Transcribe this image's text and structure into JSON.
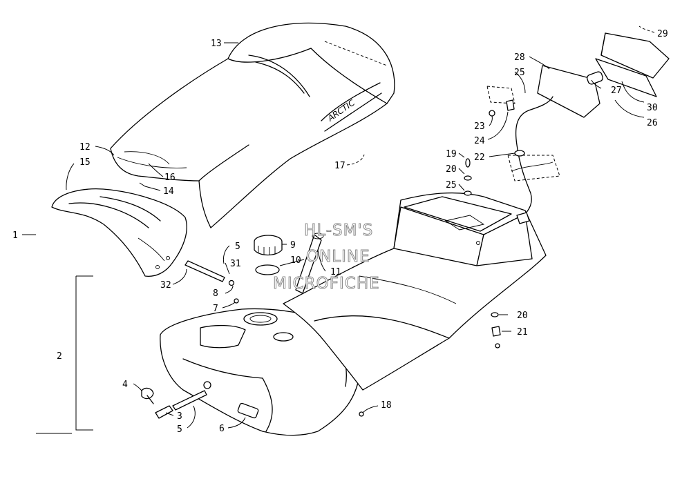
{
  "watermark": {
    "line1": "HL-SM'S",
    "line2": "ONLINE",
    "line3": "MICROFICHE"
  },
  "seat_brand": "ARCTIC",
  "callouts": {
    "c1": "1",
    "c2": "2",
    "c3": "3",
    "c4": "4",
    "c5a": "5",
    "c5b": "5",
    "c6": "6",
    "c7": "7",
    "c8": "8",
    "c9": "9",
    "c10": "10",
    "c11": "11",
    "c12": "12",
    "c13": "13",
    "c14": "14",
    "c15": "15",
    "c16": "16",
    "c17": "17",
    "c18": "18",
    "c19": "19",
    "c20a": "20",
    "c20b": "20",
    "c21": "21",
    "c22": "22",
    "c23": "23",
    "c24": "24",
    "c25a": "25",
    "c25b": "25",
    "c26": "26",
    "c27": "27",
    "c28": "28",
    "c29": "29",
    "c30": "30",
    "c31": "31",
    "c32": "32"
  }
}
